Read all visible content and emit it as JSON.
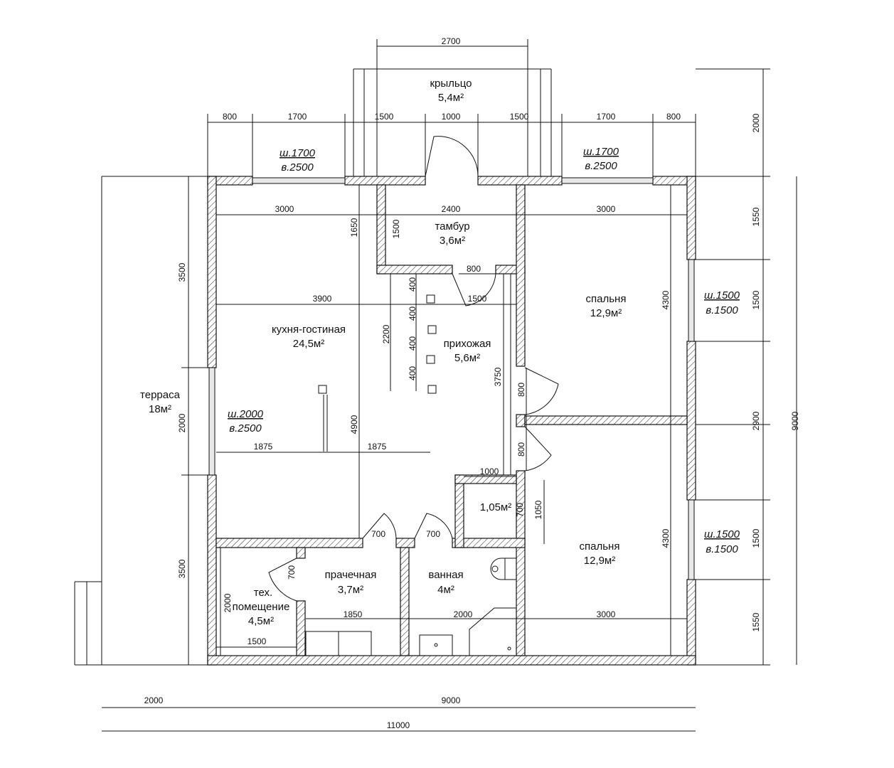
{
  "title": "floor plan",
  "rooms": [
    {
      "name": "крыльцо",
      "area": "5,4м²"
    },
    {
      "name": "тамбур",
      "area": "3,6м²"
    },
    {
      "name": "кухня-гостиная",
      "area": "24,5м²"
    },
    {
      "name": "прихожая",
      "area": "5,6м²"
    },
    {
      "name": "спальня",
      "area": "12,9м²"
    },
    {
      "name": "спальня",
      "area": "12,9м²"
    },
    {
      "name": "терраса",
      "area": "18м²"
    },
    {
      "name": "",
      "area": "1,05м²"
    },
    {
      "name": "прачечная",
      "area": "3,7м²"
    },
    {
      "name": "ванная",
      "area": "4м²"
    },
    {
      "name": "тех.",
      "name2": "помещение",
      "area": "4,5м²"
    }
  ],
  "windows": [
    {
      "w": "ш.1700",
      "h": "в.2500"
    },
    {
      "w": "ш.1700",
      "h": "в.2500"
    },
    {
      "w": "ш.2000",
      "h": "в.2500"
    },
    {
      "w": "ш.1500",
      "h": "в.1500"
    },
    {
      "w": "ш.1500",
      "h": "в.1500"
    }
  ],
  "dims": [
    "2700",
    "800",
    "1700",
    "1500",
    "1000",
    "1500",
    "1700",
    "800",
    "3000",
    "2400",
    "3000",
    "1650",
    "1500",
    "800",
    "3900",
    "1500",
    "400",
    "400",
    "400",
    "400",
    "2200",
    "3750",
    "4900",
    "1875",
    "1875",
    "800",
    "800",
    "1000",
    "700",
    "1050",
    "700",
    "700",
    "700",
    "2000",
    "1850",
    "2000",
    "3000",
    "1500",
    "4300",
    "4300",
    "3500",
    "2000",
    "3500",
    "2000",
    "1550",
    "1500",
    "2900",
    "1500",
    "1550",
    "9000",
    "2000",
    "9000",
    "11000"
  ]
}
